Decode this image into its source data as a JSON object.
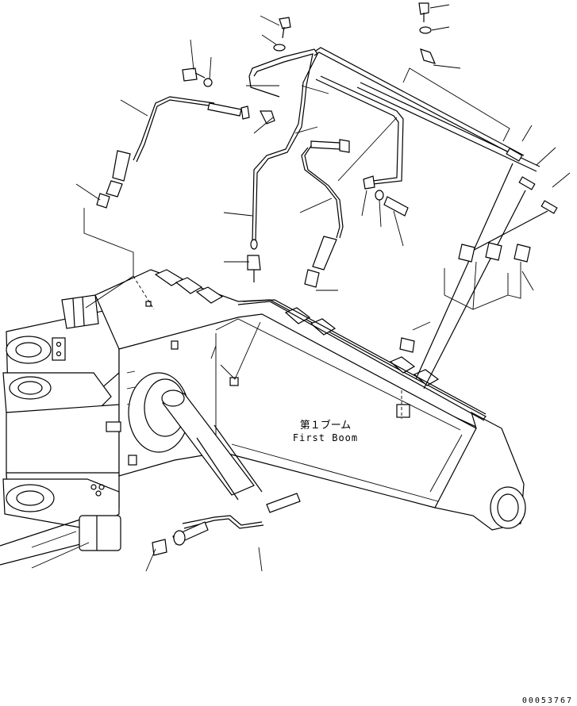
{
  "diagram": {
    "boom_label_jp": "第１ブーム",
    "boom_label_en": "First Boom",
    "document_number": "00053767"
  }
}
